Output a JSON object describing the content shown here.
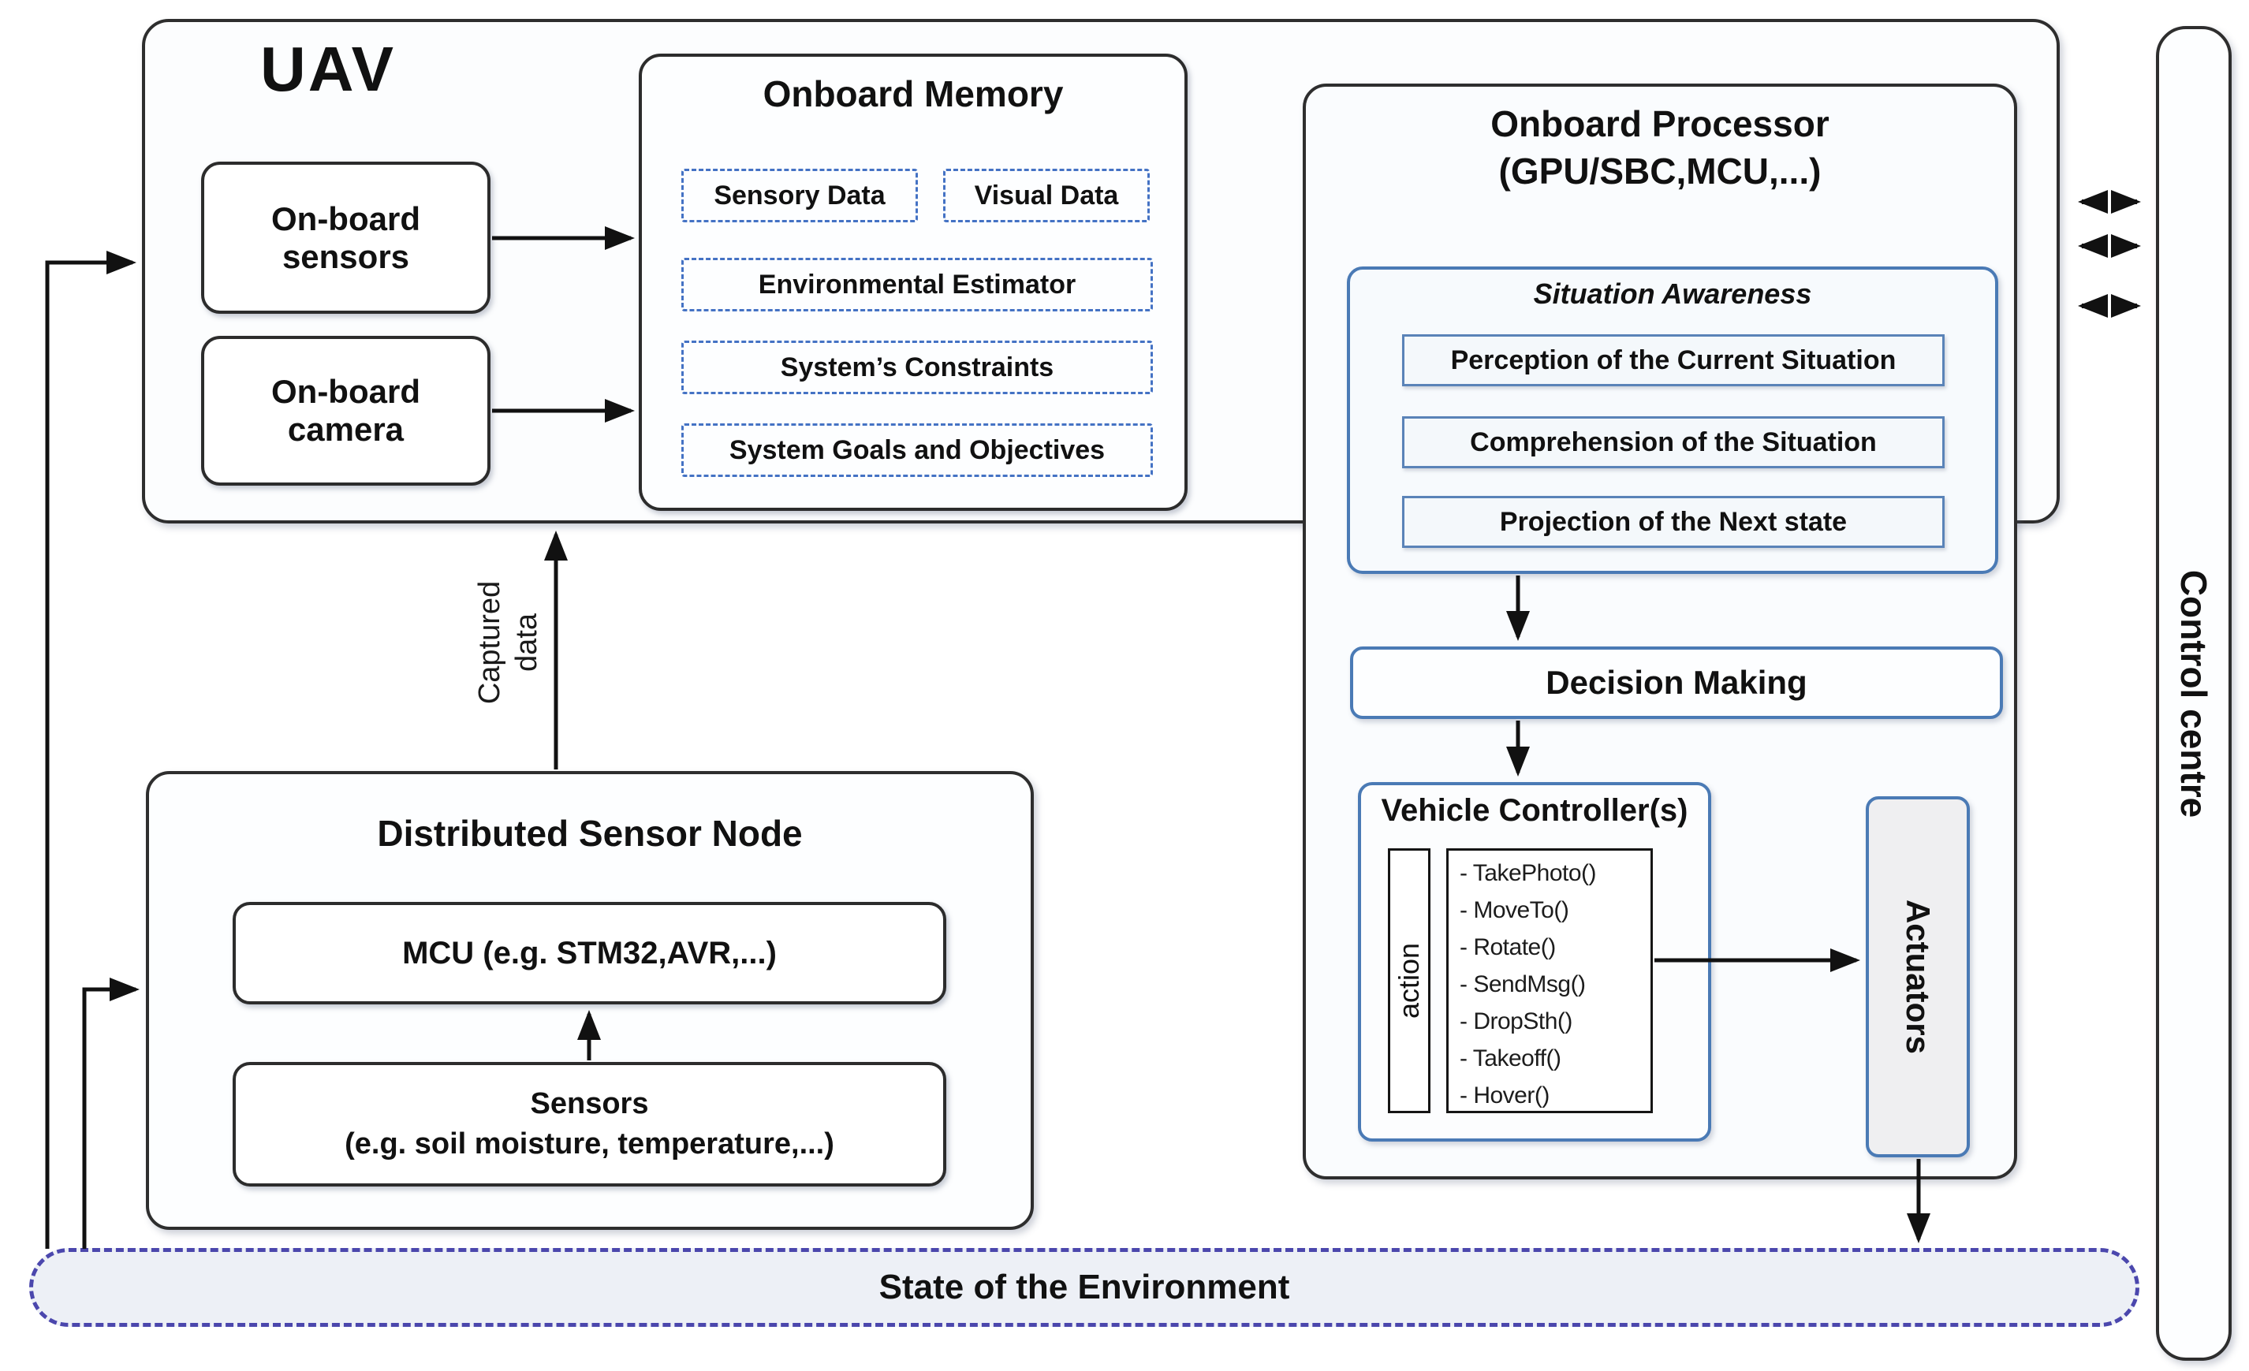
{
  "uav": {
    "title": "UAV"
  },
  "onboard_sensors": {
    "line1": "On-board",
    "line2": "sensors"
  },
  "onboard_camera": {
    "line1": "On-board",
    "line2": "camera"
  },
  "memory": {
    "title": "Onboard Memory",
    "items": [
      "Sensory Data",
      "Visual Data",
      "Environmental Estimator",
      "System’s Constraints",
      "System Goals and Objectives"
    ]
  },
  "processor": {
    "title_line1": "Onboard Processor",
    "title_line2": "(GPU/SBC,MCU,...)"
  },
  "situation_awareness": {
    "title": "Situation Awareness",
    "items": [
      "Perception of the Current Situation",
      "Comprehension of the Situation",
      "Projection of the Next state"
    ]
  },
  "decision_making": {
    "label": "Decision Making"
  },
  "vehicle_controller": {
    "title": "Vehicle Controller(s)",
    "action_label": "action",
    "methods": [
      "- TakePhoto()",
      "- MoveTo()",
      "- Rotate()",
      "- SendMsg()",
      "- DropSth()",
      "- Takeoff()",
      "- Hover()"
    ]
  },
  "actuators": {
    "label": "Actuators"
  },
  "control_centre": {
    "label": "Control centre"
  },
  "dsn": {
    "title": "Distributed Sensor Node",
    "mcu_label": "MCU (e.g. STM32,AVR,...)",
    "sensors_line1": "Sensors",
    "sensors_line2": "(e.g. soil moisture, temperature,...)"
  },
  "environment": {
    "label": "State of the Environment"
  },
  "captured_data": {
    "line1": "Captured",
    "line2": "data"
  },
  "colors": {
    "box_border": "#2e2e2e",
    "blue_border": "#4a7ab5",
    "dashed_memory_border": "#4472c4",
    "environment_dash": "#4b47ad",
    "environment_fill": "#edf0f6",
    "actuators_fill": "#efeff1",
    "arrow": "#111111"
  }
}
